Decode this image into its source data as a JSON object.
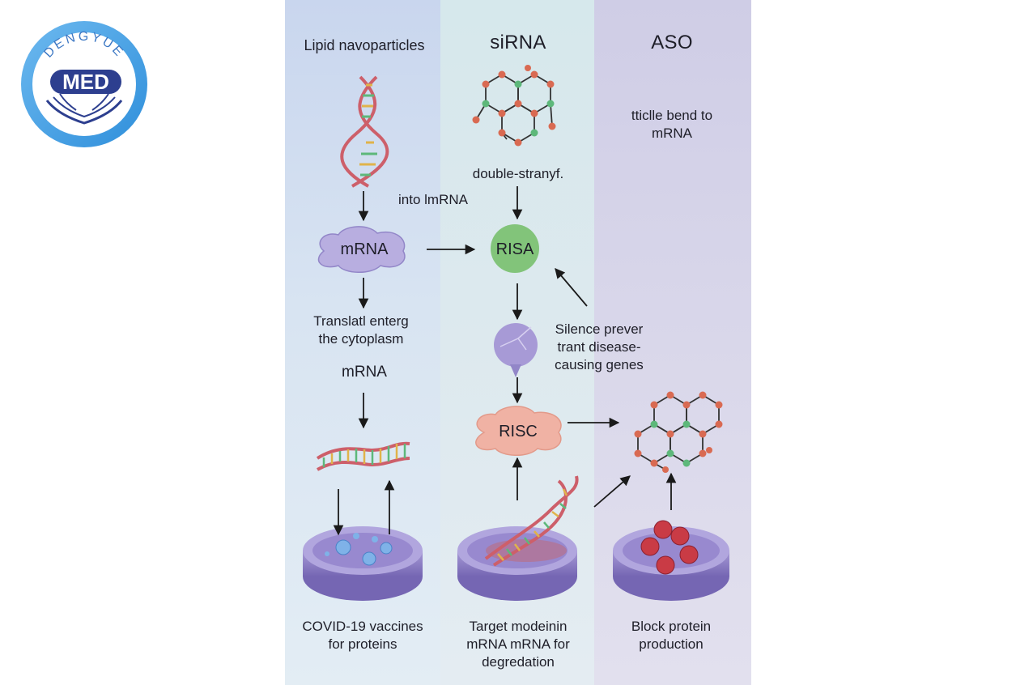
{
  "logo": {
    "arc_text": "DENGYUE",
    "word": "MED",
    "colors": {
      "ring": "#4aa3e6",
      "dark": "#2d3f8f"
    }
  },
  "columns": {
    "lnp": {
      "title": "Lipid navoparticles",
      "note": "into lmRNA",
      "node_mrna": "mRNA",
      "translate_text": "Translatl enterg\nthe cytoplasm",
      "mrna_label": "mRNA",
      "caption": "COVID-19 vaccines\nfor proteins"
    },
    "sirna": {
      "title": "siRNA",
      "strand_label": "double-stranyf.",
      "node_risa": "RISA",
      "silence_text": "Silence prever\ntrant disease-\ncausing genes",
      "node_risc": "RISC",
      "caption": "Target modeinin\nmRNA mRNA for\ndegredation"
    },
    "aso": {
      "title": "ASO",
      "note": "tticlle bend to\nmRNA",
      "caption": "Block  protein\nproduction"
    }
  },
  "colors": {
    "mrna_node": "#b8aee0",
    "risa_node": "#82c47a",
    "risc_node": "#f0b2a4",
    "dish": "#8d7fc4",
    "helix": "#cd5f6a",
    "hex_node_red": "#d96a52",
    "hex_node_green": "#5db87a",
    "arrow": "#1a1a1a"
  }
}
